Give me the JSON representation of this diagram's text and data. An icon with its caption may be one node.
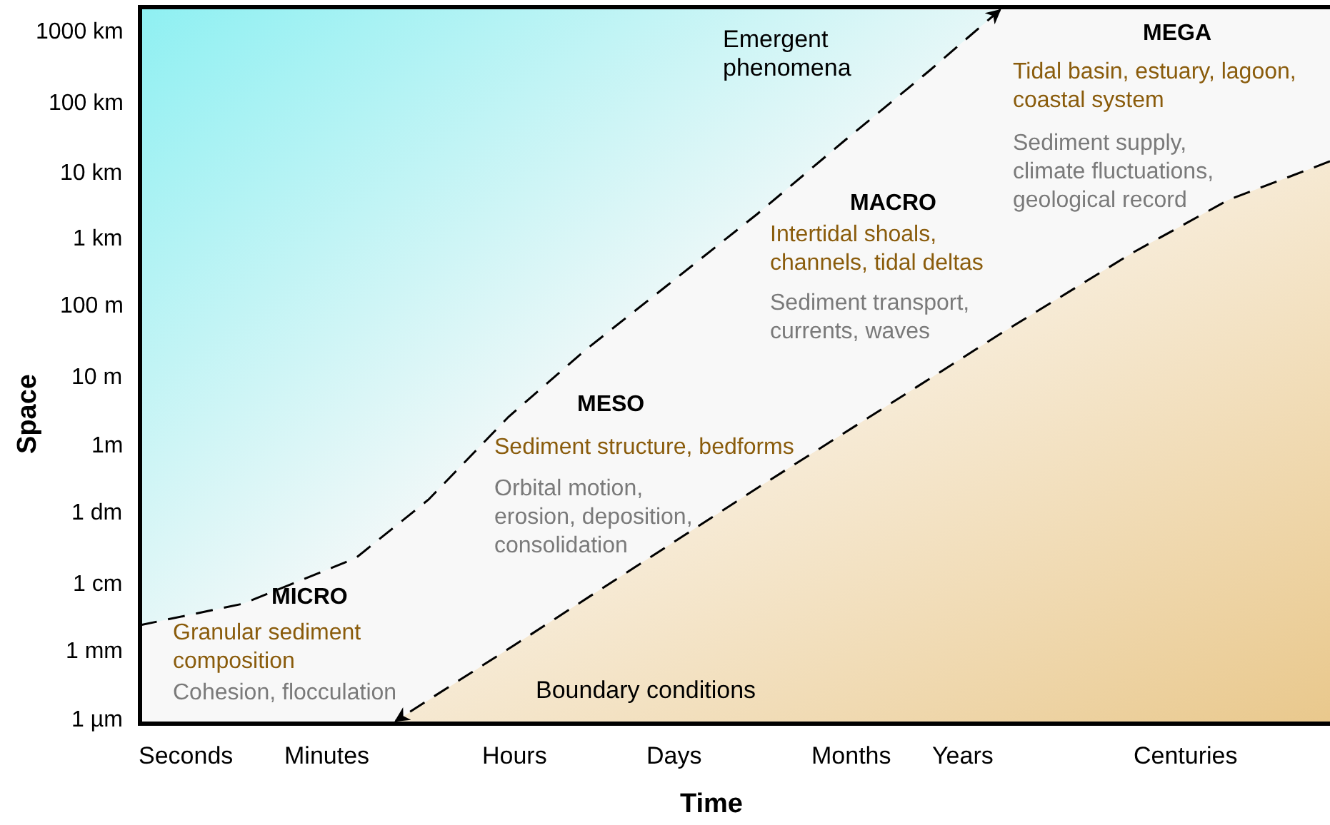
{
  "diagram": {
    "labels": [
      "1000 km",
      "100 km",
      "10 km",
      "1 km",
      "100 m",
      "10 m",
      "1m",
      "1 dm",
      "1 cm",
      "1 mm",
      "1 µm",
      "Space",
      "Emergent phenomena",
      "MEGA",
      "Tidal basin, estuary, lagoon, coastal system",
      "Sediment supply, climate fluctuations, geological record",
      "MACRO",
      "Intertidal shoals, channels, tidal deltas",
      "Sediment transport, currents, waves",
      "MESO",
      "Sediment structure, bedforms",
      "Orbital motion, erosion, deposition, consolidation",
      "MICRO",
      "Granular sediment composition",
      "Cohesion, flocculation",
      "Boundary conditions",
      "Seconds",
      "Minutes",
      "Hours",
      "Days",
      "Months",
      "Years",
      "Centuries",
      "Time"
    ]
  }
}
